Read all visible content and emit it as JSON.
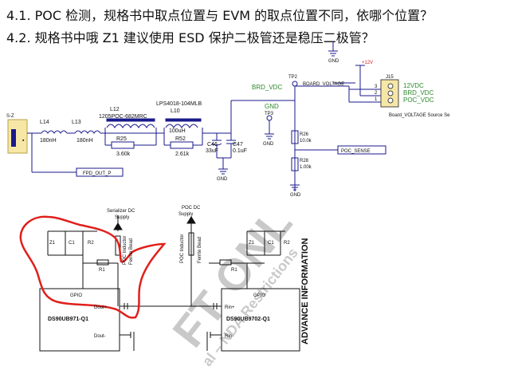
{
  "questions": {
    "q1": "4.1. POC 检测，规格书中取点位置与 EVM 的取点位置不同，依哪个位置？",
    "q2": "4.2.  规格书中哦 Z1 建议使用 ESD 保护二极管还是稳压二极管？"
  },
  "schematic": {
    "left_connector": "S-Z",
    "l14": {
      "ref": "L14",
      "value": "180nH"
    },
    "l13": {
      "ref": "L13",
      "value": "180nH"
    },
    "l12": {
      "ref": "L12",
      "value": "1205POC-682MRC"
    },
    "r25": {
      "ref": "R25",
      "value": "3.60k"
    },
    "l10": {
      "part": "LPS4018-104MLB",
      "ref": "L10",
      "value": "100uH"
    },
    "r52": {
      "ref": "R52",
      "value": "2.61k"
    },
    "c46": {
      "ref": "C46",
      "value": "33uF"
    },
    "c47": {
      "ref": "C47",
      "value": "0.1uF"
    },
    "gnd_label": "GND",
    "tp2": "TP2",
    "tp3": "TP3",
    "brd_vdc": "BRD_VDC",
    "board_voltage": "BOARD_VOLTAGE",
    "gnd_net": "GND",
    "plus12v": "+12V",
    "j15": "J15",
    "pins": [
      "3",
      "2",
      "1"
    ],
    "pin_nets": [
      "12VDC",
      "BRD_VDC",
      "POC_VDC"
    ],
    "source_label": "Board_VOLTAGE Source Se",
    "r26": {
      "ref": "R26",
      "value": "10.0k"
    },
    "r28": {
      "ref": "R28",
      "value": "1.00k"
    },
    "poc_sense": "POC_SENSE",
    "fpd_out": "FPD_OUT_P"
  },
  "bottom": {
    "serializer_supply": [
      "Serializer DC",
      "Supply"
    ],
    "poc_dc_supply": [
      "POC DC",
      "Supply"
    ],
    "left_chip": "DS90UB971-Q1",
    "right_chip": "DS90UB9702-Q1",
    "gpio": "GPIO",
    "dout_plus": "Dout+",
    "dout_minus": "Dout-",
    "rin_plus": "Rin+",
    "rin_minus": "Rin-",
    "z1": "Z1",
    "c1": "C1",
    "r2": "R2",
    "r1": "R1",
    "poc_inductor": "POC Inductor",
    "ferrite_bead": "Ferrite Bead",
    "advance_info": "ADVANCE INFORMATION",
    "watermark": [
      "FT ONL",
      "al – NDA Restrictions"
    ]
  },
  "colors": {
    "wire": "#1a1a8c",
    "net_green": "#2a8a2a",
    "red_annotation": "#e0201b",
    "plus12v_red": "#d02020",
    "connector_fill": "#f6e7a6",
    "watermark": "#c9c9c9"
  }
}
